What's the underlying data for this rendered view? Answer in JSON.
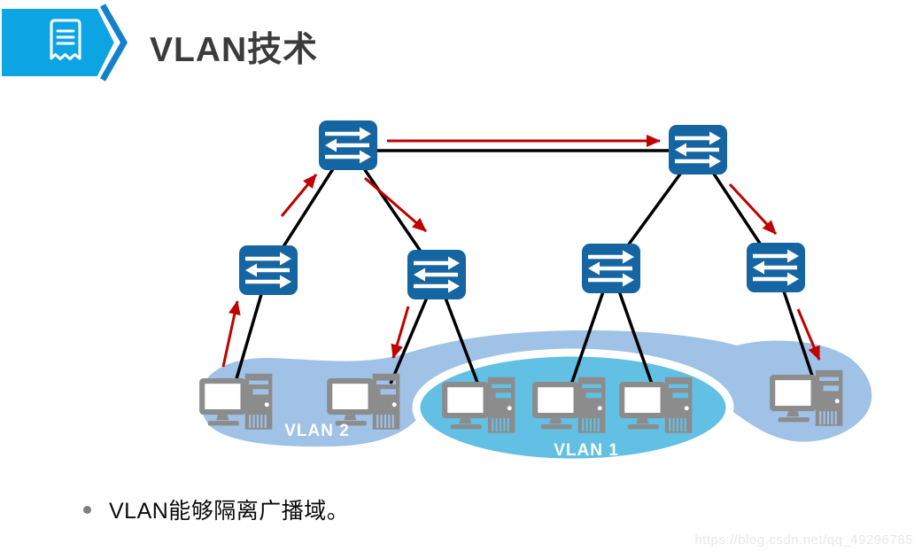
{
  "slide": {
    "title": "VLAN技术",
    "bullet_text": "VLAN能够隔离广播域。",
    "watermark": "https://blog.csdn.net/qq_49296785"
  },
  "diagram": {
    "type": "network-topology",
    "labels": {
      "vlan1": "VLAN 1",
      "vlan2": "VLAN 2"
    },
    "switches": [
      "core-switch-left",
      "core-switch-right",
      "access-switch-1",
      "access-switch-2",
      "access-switch-3",
      "access-switch-4"
    ],
    "pcs": {
      "vlan2_members": [
        "pc-1",
        "pc-2",
        "pc-6"
      ],
      "vlan1_members": [
        "pc-3",
        "pc-4",
        "pc-5"
      ]
    },
    "links": [
      [
        "core-switch-left",
        "core-switch-right"
      ],
      [
        "core-switch-left",
        "access-switch-1"
      ],
      [
        "core-switch-left",
        "access-switch-2"
      ],
      [
        "core-switch-right",
        "access-switch-3"
      ],
      [
        "core-switch-right",
        "access-switch-4"
      ],
      [
        "access-switch-1",
        "pc-1"
      ],
      [
        "access-switch-2",
        "pc-2"
      ],
      [
        "access-switch-2",
        "pc-3"
      ],
      [
        "access-switch-3",
        "pc-4"
      ],
      [
        "access-switch-3",
        "pc-5"
      ],
      [
        "access-switch-4",
        "pc-6"
      ]
    ],
    "broadcast_path": [
      "pc-1 → access-switch-1",
      "access-switch-1 → core-switch-left",
      "core-switch-left → core-switch-right",
      "core-switch-left → access-switch-2",
      "access-switch-2 → pc-2",
      "core-switch-right → access-switch-4",
      "access-switch-4 → pc-6"
    ]
  },
  "colors": {
    "badge": "#0ca4e3",
    "chevron": "#1181cc",
    "switch": "#1565a3",
    "pc": "#8c8c8c",
    "line": "#000000",
    "broadcast": "#c00000",
    "vlan1_fill": "#62c0e4",
    "vlan2_fill": "#9fc2e6"
  }
}
